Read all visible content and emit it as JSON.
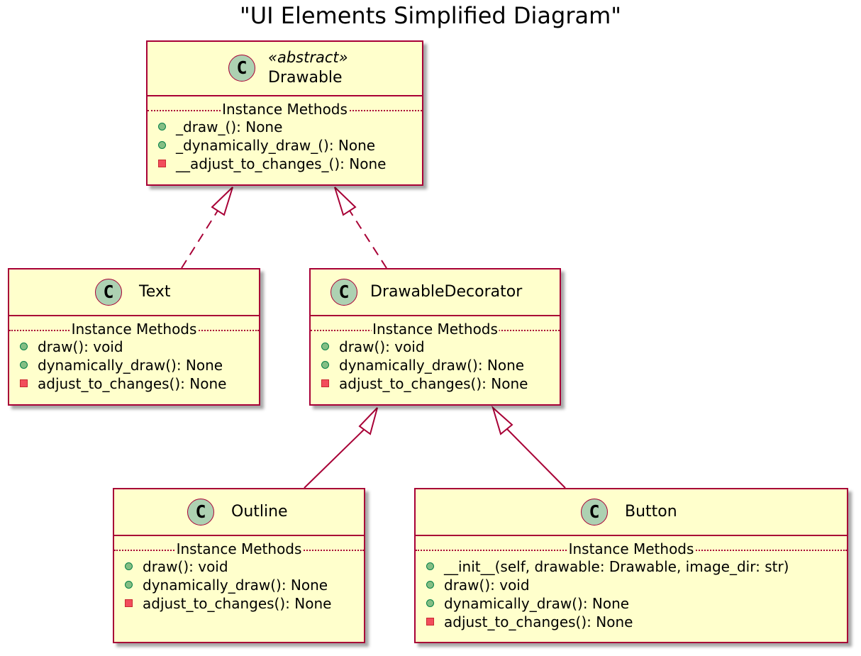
{
  "title": "\"UI Elements Simplified Diagram\"",
  "section_label": "Instance Methods",
  "colors": {
    "border": "#a80036",
    "fill": "#ffffcc",
    "class_icon": "#add1b2",
    "public": "#84be84",
    "private": "#f24d5c"
  },
  "classes": {
    "drawable": {
      "icon": "C",
      "stereotype": "«abstract»",
      "name": "Drawable",
      "methods": [
        {
          "vis": "public",
          "text": "_draw_(): None"
        },
        {
          "vis": "public",
          "text": "_dynamically_draw_(): None"
        },
        {
          "vis": "private",
          "text": "__adjust_to_changes_(): None"
        }
      ]
    },
    "text": {
      "icon": "C",
      "name": "Text",
      "methods": [
        {
          "vis": "public",
          "text": "draw(): void"
        },
        {
          "vis": "public",
          "text": "dynamically_draw(): None"
        },
        {
          "vis": "private",
          "text": "adjust_to_changes(): None"
        }
      ]
    },
    "drawable_decorator": {
      "icon": "C",
      "name": "DrawableDecorator",
      "methods": [
        {
          "vis": "public",
          "text": "draw(): void"
        },
        {
          "vis": "public",
          "text": "dynamically_draw(): None"
        },
        {
          "vis": "private",
          "text": "adjust_to_changes(): None"
        }
      ]
    },
    "outline": {
      "icon": "C",
      "name": "Outline",
      "methods": [
        {
          "vis": "public",
          "text": "draw(): void"
        },
        {
          "vis": "public",
          "text": "dynamically_draw(): None"
        },
        {
          "vis": "private",
          "text": "adjust_to_changes(): None"
        }
      ]
    },
    "button": {
      "icon": "C",
      "name": "Button",
      "methods": [
        {
          "vis": "public",
          "text": "__init__(self, drawable: Drawable, image_dir: str)"
        },
        {
          "vis": "public",
          "text": "draw(): void"
        },
        {
          "vis": "public",
          "text": "dynamically_draw(): None"
        },
        {
          "vis": "private",
          "text": "adjust_to_changes(): None"
        }
      ]
    }
  },
  "relations": [
    {
      "from": "text",
      "to": "drawable",
      "type": "realization"
    },
    {
      "from": "drawable_decorator",
      "to": "drawable",
      "type": "realization"
    },
    {
      "from": "outline",
      "to": "drawable_decorator",
      "type": "inheritance"
    },
    {
      "from": "button",
      "to": "drawable_decorator",
      "type": "inheritance"
    }
  ]
}
